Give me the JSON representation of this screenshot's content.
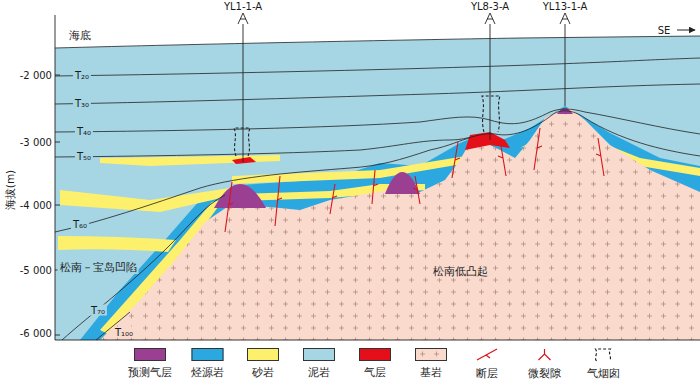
{
  "diagram": {
    "labels": [
      "YL1-1-A",
      "YL8-3-A",
      "YL13-1-A",
      "SE",
      "海底",
      "T₂₀",
      "T₃₀",
      "T₄₀",
      "T₅₀",
      "T₆₀",
      "T₇₀",
      "T₁₀₀",
      "-2 000",
      "-3 000",
      "-4 000",
      "-5 000",
      "-6 000",
      "海拔(m)",
      "松南－宝岛凹陷",
      "松南低凸起"
    ],
    "legend": [
      {
        "text": "预测气层",
        "color": "#9b3f92"
      },
      {
        "text": "烃源岩",
        "color": "#2aa8df"
      },
      {
        "text": "砂岩",
        "color": "#fdf06c"
      },
      {
        "text": "泥岩",
        "color": "#a6d5e4"
      },
      {
        "text": "气层",
        "color": "#e50f1a"
      },
      {
        "text": "基岩",
        "color": "#f9dacd"
      },
      {
        "text": "断层"
      },
      {
        "text": "微裂隙"
      },
      {
        "text": "气烟囱"
      }
    ]
  }
}
